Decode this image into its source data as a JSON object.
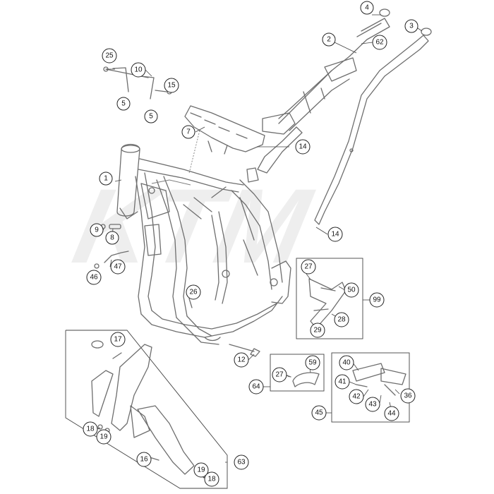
{
  "watermark": "KTM",
  "colors": {
    "line": "#6e6e6e",
    "callout": "#222222",
    "watermark": "#eeeeee"
  },
  "callouts": [
    {
      "id": "c4",
      "label": "4"
    },
    {
      "id": "c3",
      "label": "3"
    },
    {
      "id": "c2",
      "label": "2"
    },
    {
      "id": "c62",
      "label": "62"
    },
    {
      "id": "c25",
      "label": "25"
    },
    {
      "id": "c10",
      "label": "10"
    },
    {
      "id": "c15",
      "label": "15"
    },
    {
      "id": "c5a",
      "label": "5"
    },
    {
      "id": "c5b",
      "label": "5"
    },
    {
      "id": "c7",
      "label": "7"
    },
    {
      "id": "c14a",
      "label": "14"
    },
    {
      "id": "c1",
      "label": "1"
    },
    {
      "id": "c14b",
      "label": "14"
    },
    {
      "id": "c9",
      "label": "9"
    },
    {
      "id": "c8",
      "label": "8"
    },
    {
      "id": "c47",
      "label": "47"
    },
    {
      "id": "c46",
      "label": "46"
    },
    {
      "id": "c27a",
      "label": "27"
    },
    {
      "id": "c50",
      "label": "50"
    },
    {
      "id": "c99",
      "label": "99"
    },
    {
      "id": "c28",
      "label": "28"
    },
    {
      "id": "c29",
      "label": "29"
    },
    {
      "id": "c26",
      "label": "26"
    },
    {
      "id": "c17",
      "label": "17"
    },
    {
      "id": "c12",
      "label": "12"
    },
    {
      "id": "c59",
      "label": "59"
    },
    {
      "id": "c27b",
      "label": "27"
    },
    {
      "id": "c64",
      "label": "64"
    },
    {
      "id": "c40",
      "label": "40"
    },
    {
      "id": "c41",
      "label": "41"
    },
    {
      "id": "c36",
      "label": "36"
    },
    {
      "id": "c42",
      "label": "42"
    },
    {
      "id": "c43",
      "label": "43"
    },
    {
      "id": "c44",
      "label": "44"
    },
    {
      "id": "c45",
      "label": "45"
    },
    {
      "id": "c18a",
      "label": "18"
    },
    {
      "id": "c19a",
      "label": "19"
    },
    {
      "id": "c16",
      "label": "16"
    },
    {
      "id": "c63",
      "label": "63"
    },
    {
      "id": "c19b",
      "label": "19"
    },
    {
      "id": "c18b",
      "label": "18"
    }
  ]
}
